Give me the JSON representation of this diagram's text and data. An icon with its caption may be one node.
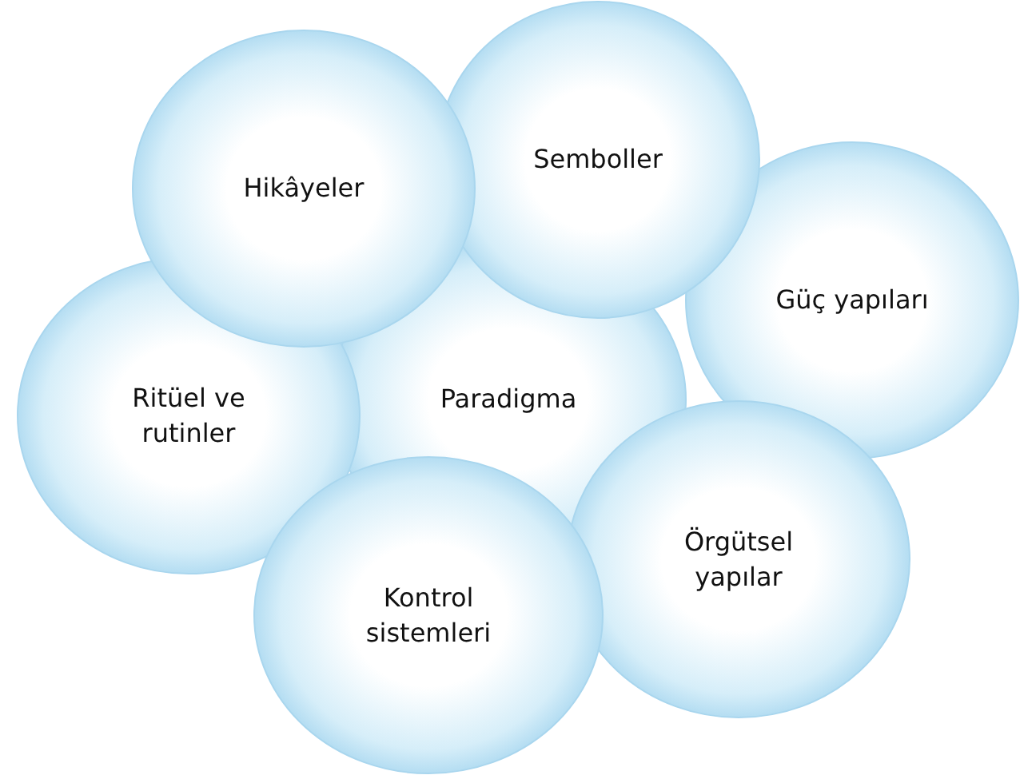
{
  "diagram": {
    "nodes": [
      {
        "text": [
          "Hikâyeler"
        ]
      },
      {
        "text": [
          "Semboller"
        ]
      },
      {
        "text": [
          "Güç yapıları"
        ]
      },
      {
        "text": [
          "Ritüel ve rutinler"
        ]
      },
      {
        "text": [
          "Paradigma"
        ]
      },
      {
        "text": [
          "Örgütsel yapılar"
        ]
      },
      {
        "text": [
          "Kontrol sistemleri"
        ]
      }
    ]
  }
}
